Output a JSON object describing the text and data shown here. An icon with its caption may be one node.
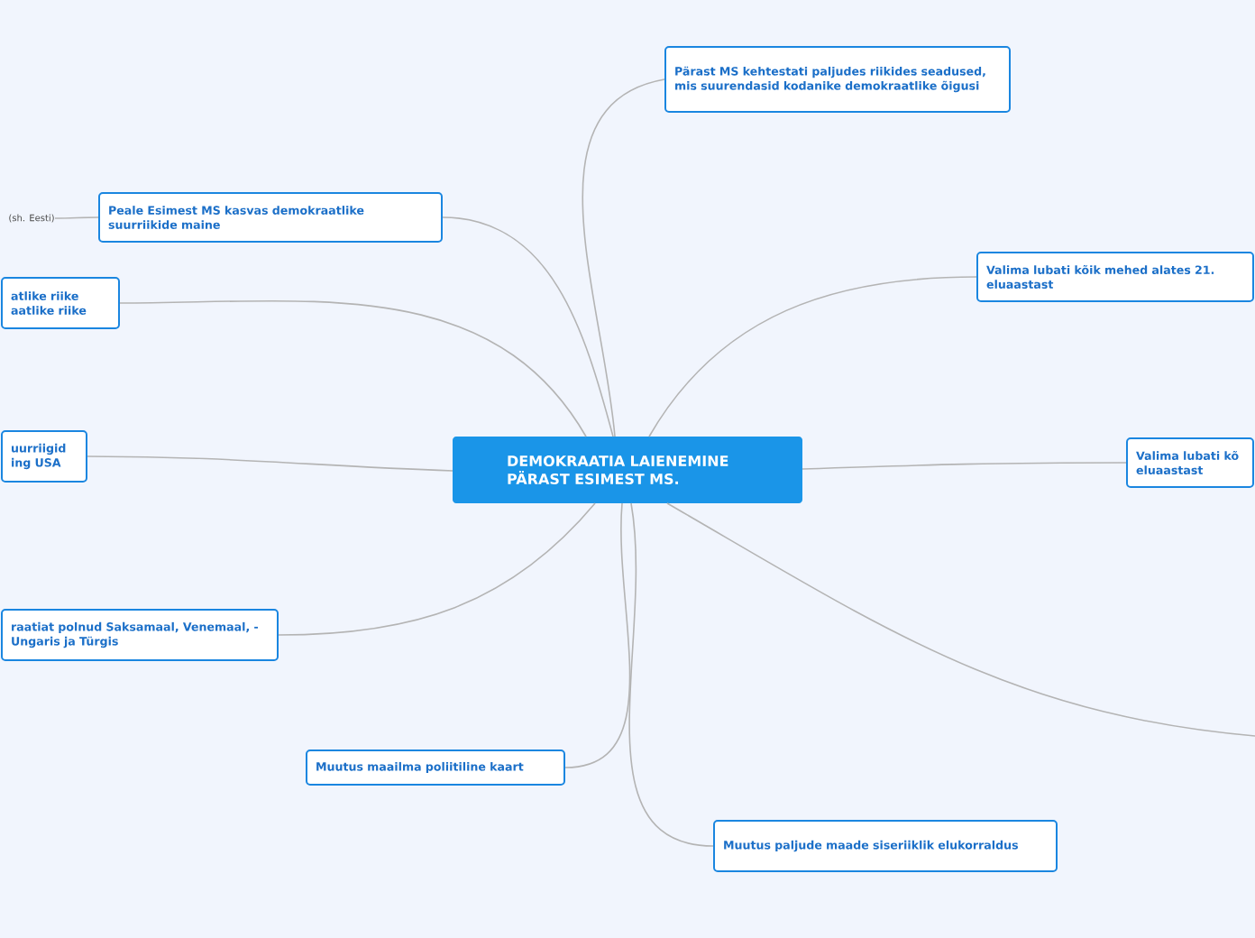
{
  "diagram": {
    "nodes": [
      {
        "text": [
          "DEMOKRAATIA LAIENEMINE PÄRAST ESIMEST MS."
        ]
      },
      {
        "text": [
          "Pärast MS kehtestati paljudes riikides seadused, mis suurendasid kodanike demokraatlike õigusi"
        ]
      },
      {
        "text": [
          "Valima lubati kõik mehed alates 21. eluaastast"
        ]
      },
      {
        "text": [
          "Valima lubati kõ eluaastast"
        ]
      },
      {
        "text": [
          "Muutus paljude maade siseriiklik elukorraldus"
        ]
      },
      {
        "text": [
          "Muutus maailma poliitiline kaart"
        ]
      },
      {
        "text": [
          "raatiat polnud Saksamaal, Venemaal, -Ungaris ja Türgis"
        ]
      },
      {
        "text": [
          "uurriigid ing USA"
        ]
      },
      {
        "text": [
          "atlike riike aatlike riike"
        ]
      },
      {
        "text": [
          "Peale Esimest MS kasvas demokraatlike suurriikide maine"
        ]
      },
      {
        "text": [
          "(sh. Eesti)"
        ]
      }
    ],
    "edges": [
      {
        "from": 0,
        "to": 1,
        "arrow": "none"
      },
      {
        "from": 0,
        "to": 2,
        "arrow": "none"
      },
      {
        "from": 0,
        "to": 3,
        "arrow": "none"
      },
      {
        "from": 0,
        "to": null,
        "arrow": "none"
      },
      {
        "from": 0,
        "to": 4,
        "arrow": "none"
      },
      {
        "from": 0,
        "to": 5,
        "arrow": "none"
      },
      {
        "from": 0,
        "to": 6,
        "arrow": "none"
      },
      {
        "from": 0,
        "to": 7,
        "arrow": "none"
      },
      {
        "from": 0,
        "to": 8,
        "arrow": "none"
      },
      {
        "from": 0,
        "to": 9,
        "arrow": "none"
      },
      {
        "from": 9,
        "to": 10,
        "arrow": "none"
      }
    ]
  }
}
